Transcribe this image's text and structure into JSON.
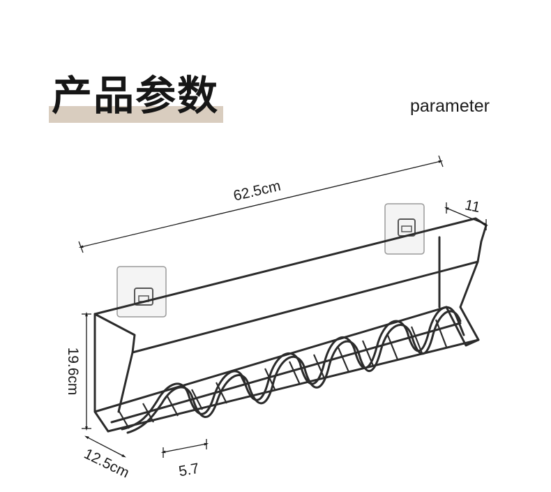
{
  "header": {
    "title": "产品参数",
    "subtitle": "parameter"
  },
  "dimensions": {
    "length": "62.5cm",
    "depth_top": "11",
    "height": "19.6cm",
    "depth_bottom": "12.5cm",
    "wave_spacing": "5.7"
  },
  "colors": {
    "accent_bar": "#d9cdbf",
    "wire": "#2b2b2b",
    "text": "#1a1a1a"
  }
}
